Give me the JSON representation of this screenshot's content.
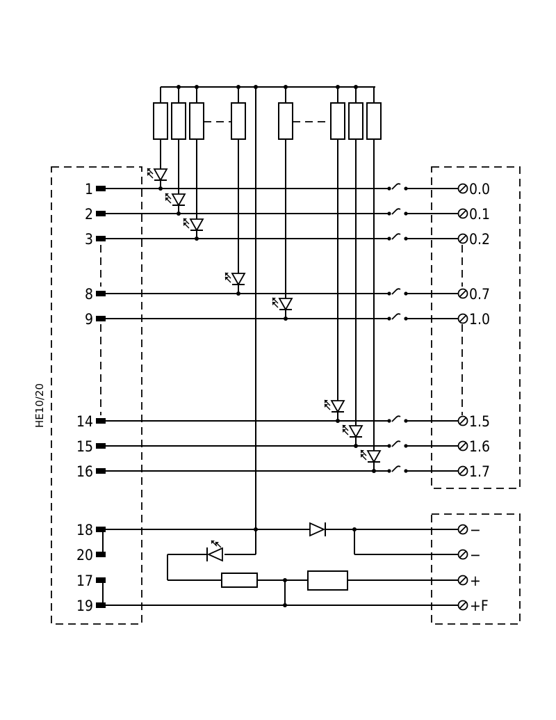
{
  "connector": {
    "label": "HE10/20"
  },
  "pins": {
    "p1": "1",
    "p2": "2",
    "p3": "3",
    "p8": "8",
    "p9": "9",
    "p14": "14",
    "p15": "15",
    "p16": "16",
    "p18": "18",
    "p20": "20",
    "p17": "17",
    "p19": "19"
  },
  "terminals": {
    "t00": "0.0",
    "t01": "0.1",
    "t02": "0.2",
    "t07": "0.7",
    "t10": "1.0",
    "t15": "1.5",
    "t16": "1.6",
    "t17": "1.7",
    "tm1": "−",
    "tm2": "−",
    "tp": "+",
    "tf": "+F"
  }
}
